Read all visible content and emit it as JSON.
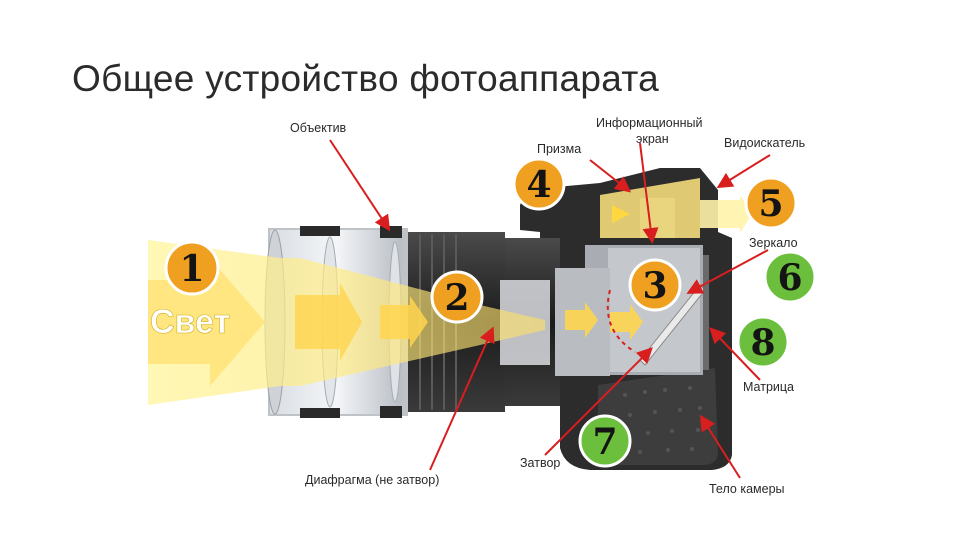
{
  "title": "Общее устройство фотоаппарата",
  "light_label": "Свет",
  "labels": {
    "lens": "Объектив",
    "info_screen_line1": "Информационный",
    "info_screen_line2": "экран",
    "prism": "Призма",
    "viewfinder": "Видоискатель",
    "mirror": "Зеркало",
    "matrix": "Матрица",
    "shutter": "Затвор",
    "aperture": "Диафрагма (не затвор)",
    "body": "Тело камеры"
  },
  "markers": [
    "1",
    "2",
    "3",
    "4",
    "5",
    "6",
    "7",
    "8"
  ],
  "colors": {
    "marker_orange": "#f0a020",
    "marker_green": "#6cbf3c",
    "light_yellow": "#fff176",
    "body_dark": "#2e2e2e",
    "lens_gray": "#c8c8c8",
    "pointer_red": "#d81e1e"
  }
}
